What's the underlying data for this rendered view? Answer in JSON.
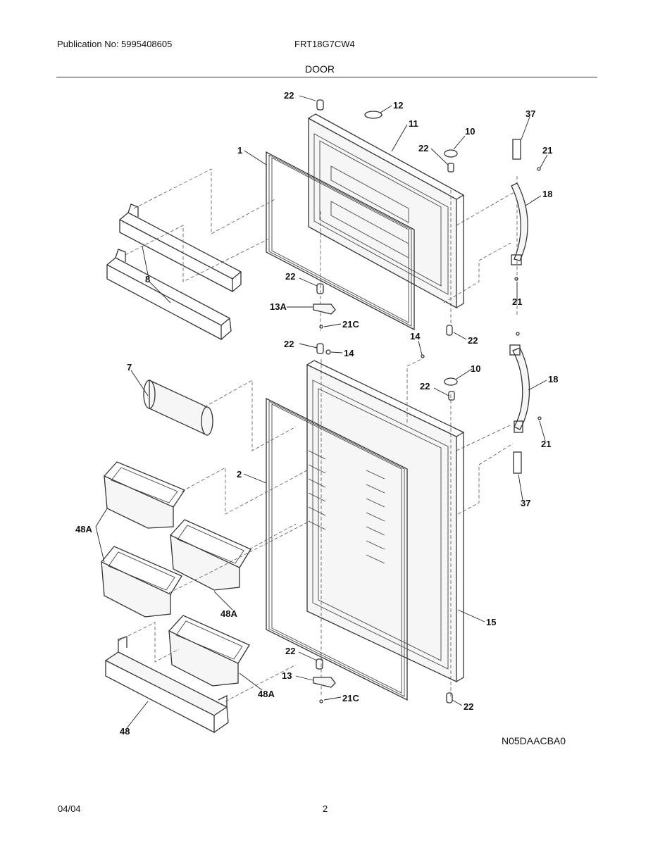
{
  "header": {
    "publication": "Publication No: 5995408605",
    "model": "FRT18G7CW4",
    "section": "DOOR"
  },
  "diagram": {
    "labels": {
      "p1": "1",
      "p2": "2",
      "p7": "7",
      "p8": "8",
      "p10a": "10",
      "p10b": "10",
      "p11": "11",
      "p12": "12",
      "p13": "13",
      "p13a": "13A",
      "p14a": "14",
      "p14b": "14",
      "p15": "15",
      "p18a": "18",
      "p18b": "18",
      "p21a": "21",
      "p21b": "21",
      "p21c": "21",
      "p21ca": "21C",
      "p21cb": "21C",
      "p22a": "22",
      "p22b": "22",
      "p22c": "22",
      "p22d": "22",
      "p22e": "22",
      "p22f": "22",
      "p22g": "22",
      "p22h": "22",
      "p37a": "37",
      "p37b": "37",
      "p48": "48",
      "p48a1": "48A",
      "p48a2": "48A",
      "p48a3": "48A"
    },
    "drawing_code": "N05DAACBA0"
  },
  "footer": {
    "date": "04/04",
    "page": "2"
  }
}
